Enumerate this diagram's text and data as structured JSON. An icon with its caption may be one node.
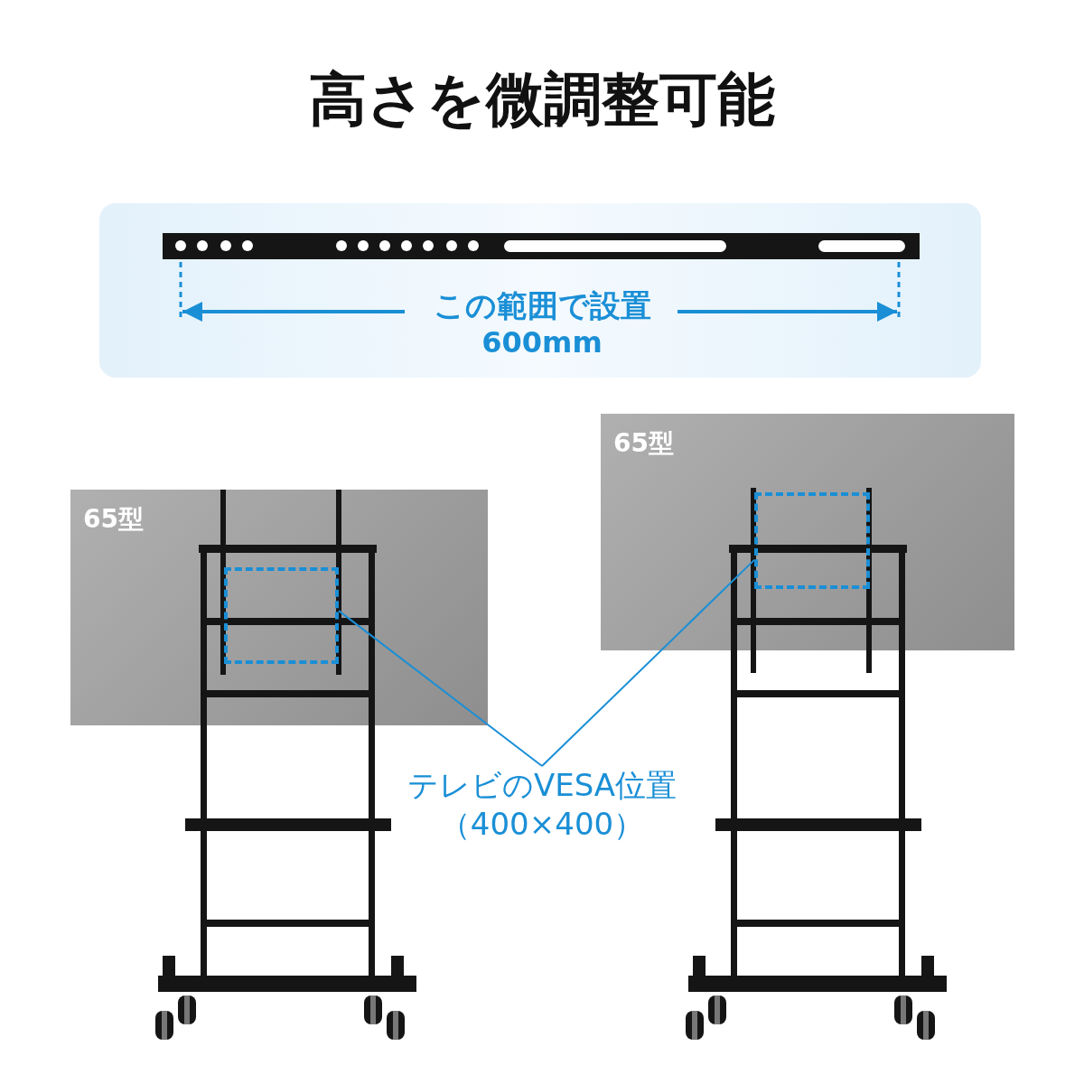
{
  "diagram": {
    "title": "高さを微調整可能",
    "nodes": [
      {
        "text": [
          "65型"
        ]
      },
      {
        "text": [],
        "shape": "box",
        "in": 0
      },
      {
        "text": [
          "65型"
        ]
      },
      {
        "text": [],
        "shape": "box",
        "in": 2
      },
      {
        "text": [
          "テレビのVESA位置（400×400）"
        ]
      }
    ],
    "edges": [
      {
        "from": 4,
        "to": 1,
        "arrow": "none"
      },
      {
        "from": 4,
        "to": 3,
        "arrow": "none"
      }
    ],
    "labels": [
      "この範囲で設置",
      "600mm"
    ]
  }
}
